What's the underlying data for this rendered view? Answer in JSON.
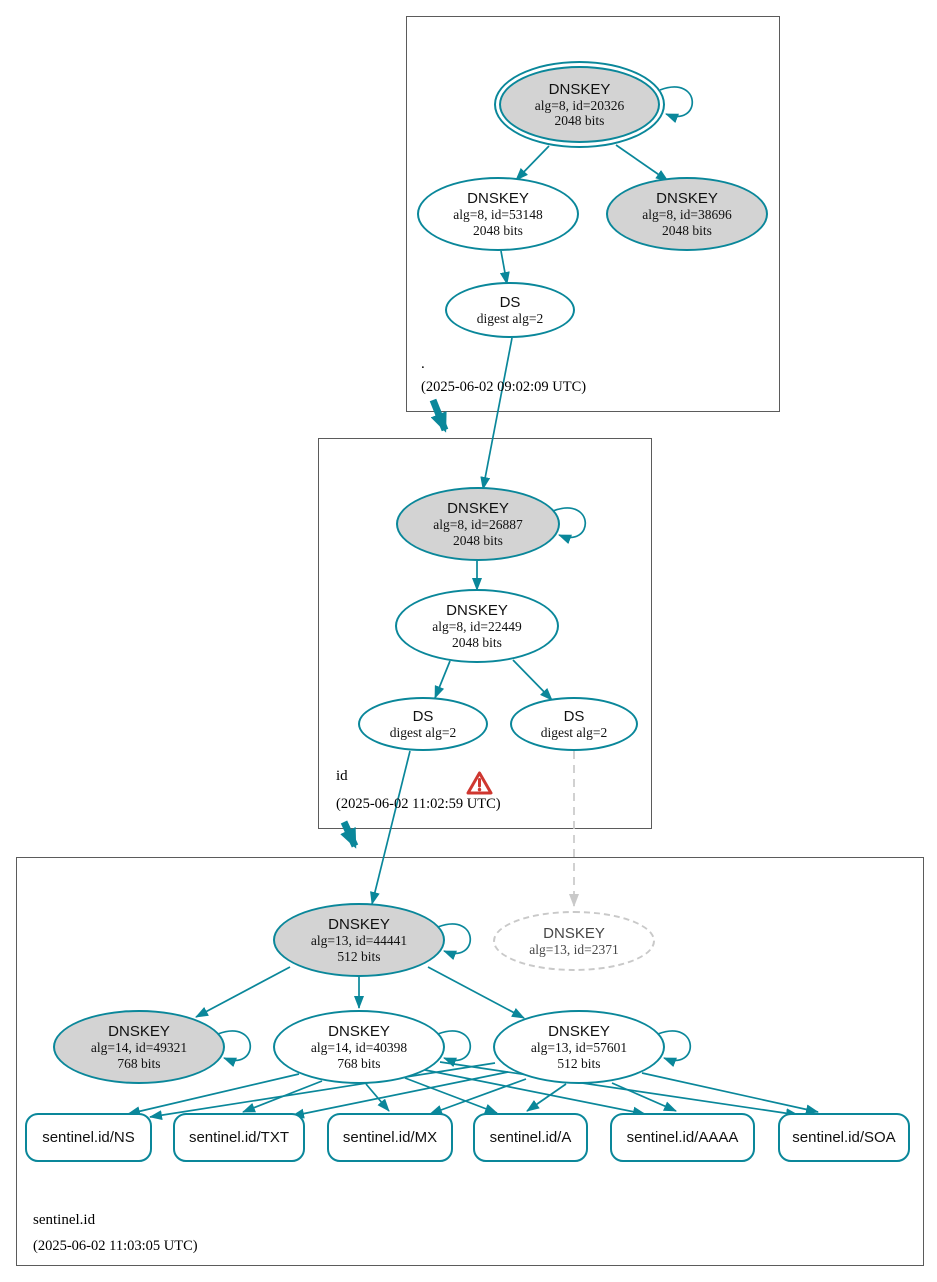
{
  "colors": {
    "secure_teal": "#0a879a",
    "key_fill_gray": "#d3d3d3",
    "dashed_gray": "#c9c9c9",
    "warning_red": "#cf3730",
    "cluster_border_gray": "#5b5b5b"
  },
  "zones": {
    "root": {
      "name": ".",
      "timestamp": "(2025-06-02 09:02:09 UTC)"
    },
    "id": {
      "name": "id",
      "timestamp": "(2025-06-02 11:02:59 UTC)",
      "warning_icon": "warning-triangle"
    },
    "sentinel": {
      "name": "sentinel.id",
      "timestamp": "(2025-06-02 11:03:05 UTC)"
    }
  },
  "nodes": {
    "root_ksk_20326": {
      "title": "DNSKEY",
      "detail": "alg=8, id=20326",
      "bits": "2048 bits"
    },
    "root_zsk_53148": {
      "title": "DNSKEY",
      "detail": "alg=8, id=53148",
      "bits": "2048 bits"
    },
    "root_key_38696": {
      "title": "DNSKEY",
      "detail": "alg=8, id=38696",
      "bits": "2048 bits"
    },
    "root_ds": {
      "title": "DS",
      "detail": "digest alg=2"
    },
    "id_ksk_26887": {
      "title": "DNSKEY",
      "detail": "alg=8, id=26887",
      "bits": "2048 bits"
    },
    "id_zsk_22449": {
      "title": "DNSKEY",
      "detail": "alg=8, id=22449",
      "bits": "2048 bits"
    },
    "id_ds_left": {
      "title": "DS",
      "detail": "digest alg=2"
    },
    "id_ds_right": {
      "title": "DS",
      "detail": "digest alg=2"
    },
    "sentinel_ksk_44441": {
      "title": "DNSKEY",
      "detail": "alg=13, id=44441",
      "bits": "512 bits"
    },
    "sentinel_key_2371": {
      "title": "DNSKEY",
      "detail": "alg=13, id=2371"
    },
    "sentinel_key_49321": {
      "title": "DNSKEY",
      "detail": "alg=14, id=49321",
      "bits": "768 bits"
    },
    "sentinel_zsk_40398": {
      "title": "DNSKEY",
      "detail": "alg=14, id=40398",
      "bits": "768 bits"
    },
    "sentinel_zsk_57601": {
      "title": "DNSKEY",
      "detail": "alg=13, id=57601",
      "bits": "512 bits"
    },
    "rrsets": [
      {
        "label": "sentinel.id/NS"
      },
      {
        "label": "sentinel.id/TXT"
      },
      {
        "label": "sentinel.id/MX"
      },
      {
        "label": "sentinel.id/A"
      },
      {
        "label": "sentinel.id/AAAA"
      },
      {
        "label": "sentinel.id/SOA"
      }
    ]
  }
}
